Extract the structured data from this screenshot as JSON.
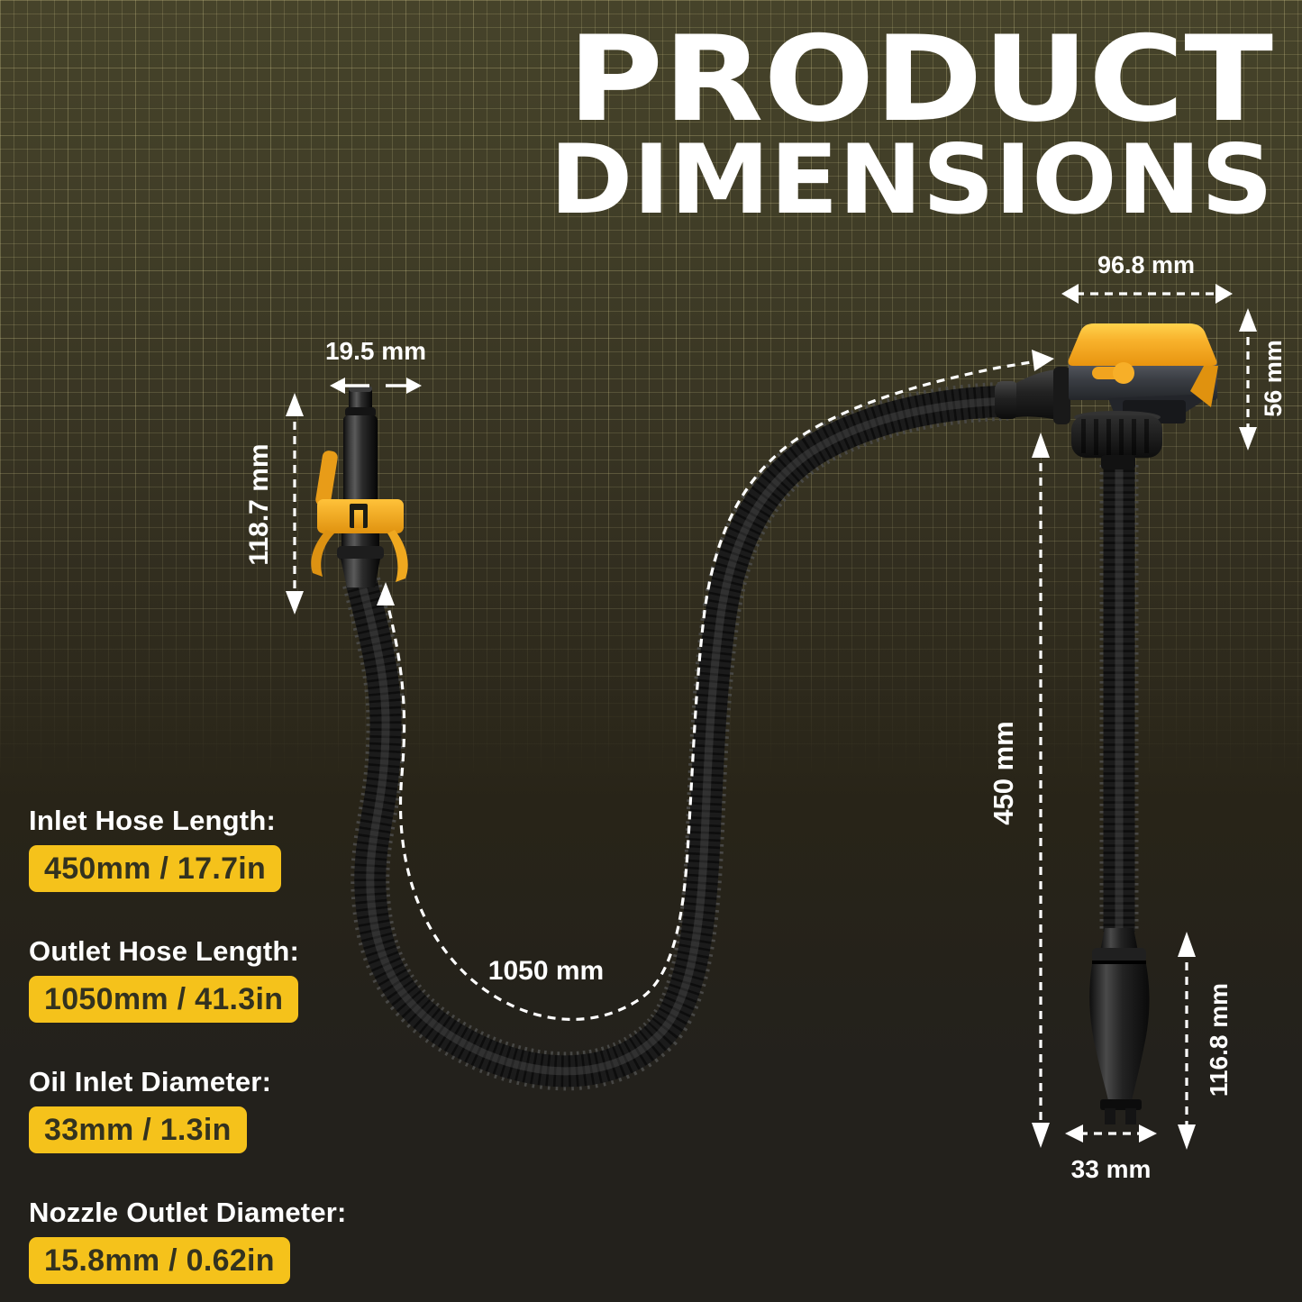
{
  "title": {
    "line1": "PRODUCT",
    "line2": "DIMENSIONS"
  },
  "dimensions": {
    "nozzle_outlet_width": "19.5 mm",
    "nozzle_assembly_height": "118.7 mm",
    "pump_head_width": "96.8 mm",
    "pump_head_height": "56 mm",
    "outlet_hose_length": "1050 mm",
    "inlet_hose_length": "450 mm",
    "suction_tube_height": "116.8 mm",
    "oil_inlet_width": "33 mm"
  },
  "specs": [
    {
      "label": "Inlet Hose Length:",
      "value": "450mm / 17.7in"
    },
    {
      "label": "Outlet Hose Length:",
      "value": "1050mm / 41.3in"
    },
    {
      "label": "Oil Inlet Diameter:",
      "value": "33mm / 1.3in"
    },
    {
      "label": "Nozzle Outlet Diameter:",
      "value": "15.8mm / 0.62in"
    }
  ],
  "colors": {
    "background_top": "#46432a",
    "background_bottom": "#23211c",
    "grid_line": "#cec58c",
    "badge_yellow": "#F5C21B",
    "badge_text": "#33321f",
    "pump_yellow": "#F5A81E",
    "annotation_white": "#ffffff"
  }
}
